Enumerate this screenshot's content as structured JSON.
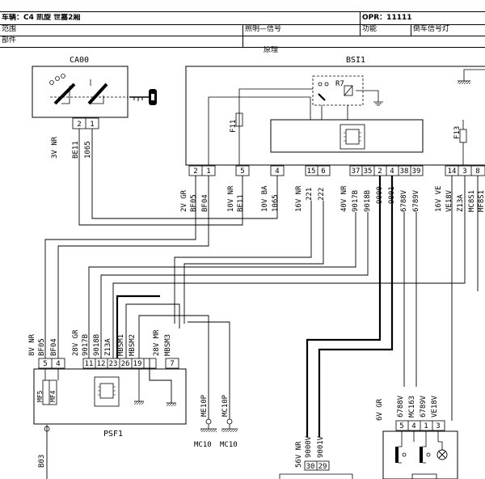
{
  "header": {
    "vehicle": "车辆：C4 凯旋 世嘉2厢",
    "opr": "OPR：11111",
    "scope_label": "范围",
    "scope_value": "照明—信号",
    "function_label": "功能",
    "function_value": "倒车信号灯",
    "parts_label": "部件",
    "section_title": "原理"
  },
  "components": {
    "ca00": "CA00",
    "bsi1": "BSI1",
    "psf1": "PSF1",
    "r7": "R7",
    "f11": "F11",
    "f13": "F13",
    "mf5": "MF5",
    "mf4": "MF4",
    "b03": "B03"
  },
  "connectors": {
    "ca00_conn": "3V NR",
    "ca00_pins": [
      "2",
      "1"
    ],
    "ca00_wires": [
      "BE11",
      "1065"
    ],
    "bsi_c1": "2V GR",
    "bsi_c1_pins": [
      "2",
      "1"
    ],
    "bsi_c1_wires": [
      "BF05",
      "BF04"
    ],
    "bsi_c2": "10V NR",
    "bsi_c2_pins": [
      "5"
    ],
    "bsi_c2_wires": [
      "BE11"
    ],
    "bsi_c3": "10V BA",
    "bsi_c3_pins": [
      "4"
    ],
    "bsi_c3_wires": [
      "1065"
    ],
    "bsi_c4": "16V NR",
    "bsi_c4_pins": [
      "15",
      "6"
    ],
    "bsi_c4_wires": [
      "221",
      "222"
    ],
    "bsi_c5": "40V NR",
    "bsi_c5_pins": [
      "37",
      "35",
      "2",
      "4",
      "38",
      "39"
    ],
    "bsi_c5_wires": [
      "9017B",
      "9018B",
      "9000",
      "9001",
      "6788V",
      "6789V"
    ],
    "bsi_c6": "16V VE",
    "bsi_c6_pins": [
      "14",
      "3",
      "8"
    ],
    "bsi_c6_wires": [
      "VE18V",
      "Z13A",
      "MC8S1",
      "MF8S1"
    ],
    "psf_c1": "8V NR",
    "psf_c1_pins": [
      "5",
      "4"
    ],
    "psf_c1_wires": [
      "BF05",
      "BF04"
    ],
    "psf_c2": "28V GR",
    "psf_c2_pins": [
      "11",
      "12",
      "23",
      "26",
      "19"
    ],
    "psf_c2_wires": [
      "9017B",
      "9018B",
      "Z13A",
      "MBSM1",
      "MBSM2"
    ],
    "psf_c3": "28V MR",
    "psf_c3_pins": [
      "7"
    ],
    "psf_c3_wires": [
      "MBSM3"
    ],
    "me10p": "ME10P",
    "mc10p": "MC10P",
    "mc10_a": "MC10",
    "mc10_b": "MC10",
    "conn_56v": "56V NR",
    "conn_56v_wires": [
      "9000V",
      "9001V"
    ],
    "conn_56v_pins": [
      "30",
      "29"
    ],
    "conn_6v": "6V GR",
    "conn_6v_wires": [
      "6788V",
      "MC163",
      "6789V",
      "VE18V"
    ],
    "conn_6v_pins": [
      "5",
      "4",
      "1",
      "3"
    ]
  }
}
